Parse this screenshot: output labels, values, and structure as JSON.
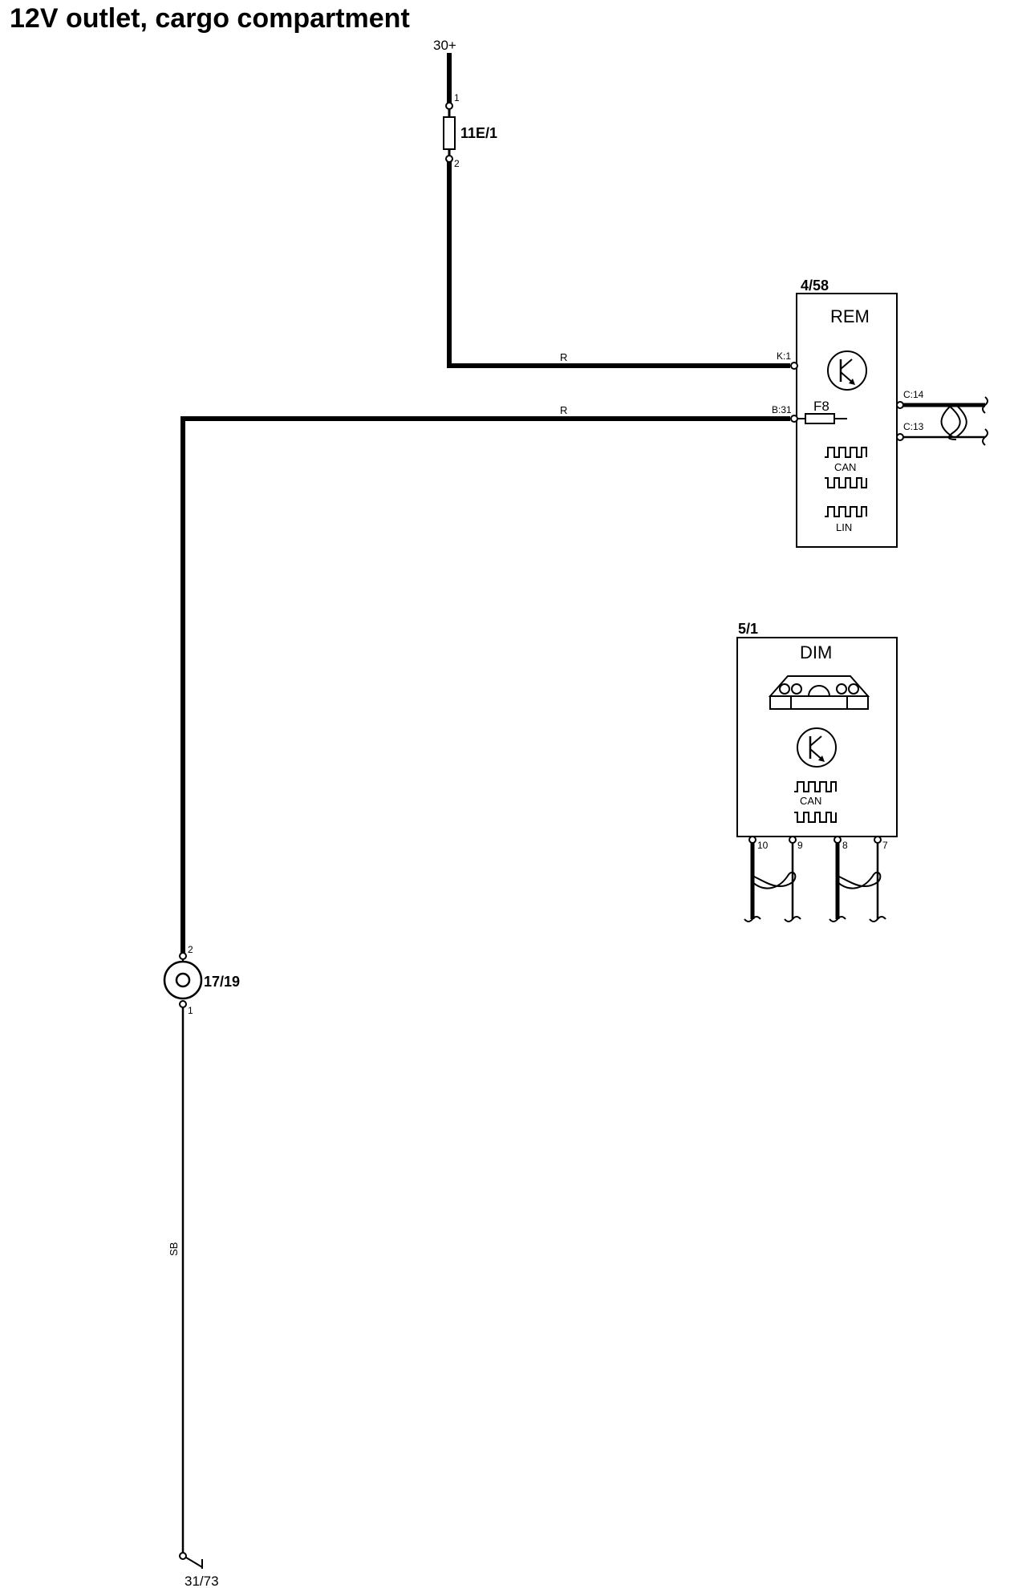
{
  "title": "12V outlet, cargo compartment",
  "supply": {
    "label": "30+",
    "pin_top": "1",
    "pin_bottom": "2",
    "fuse_label": "11E/1"
  },
  "wires": {
    "color_top": "R",
    "color_mid": "R",
    "color_ground": "SB"
  },
  "rem": {
    "id": "4/58",
    "name": "REM",
    "pin_k": "K:1",
    "pin_b": "B:31",
    "fuse": "F8",
    "pin_c14": "C:14",
    "pin_c13": "C:13",
    "bus1": "CAN",
    "bus2": "LIN"
  },
  "dim": {
    "id": "5/1",
    "name": "DIM",
    "bus": "CAN",
    "pins": [
      "10",
      "9",
      "8",
      "7"
    ]
  },
  "outlet": {
    "id": "17/19",
    "pin_top": "2",
    "pin_bottom": "1"
  },
  "ground": {
    "id": "31/73"
  }
}
